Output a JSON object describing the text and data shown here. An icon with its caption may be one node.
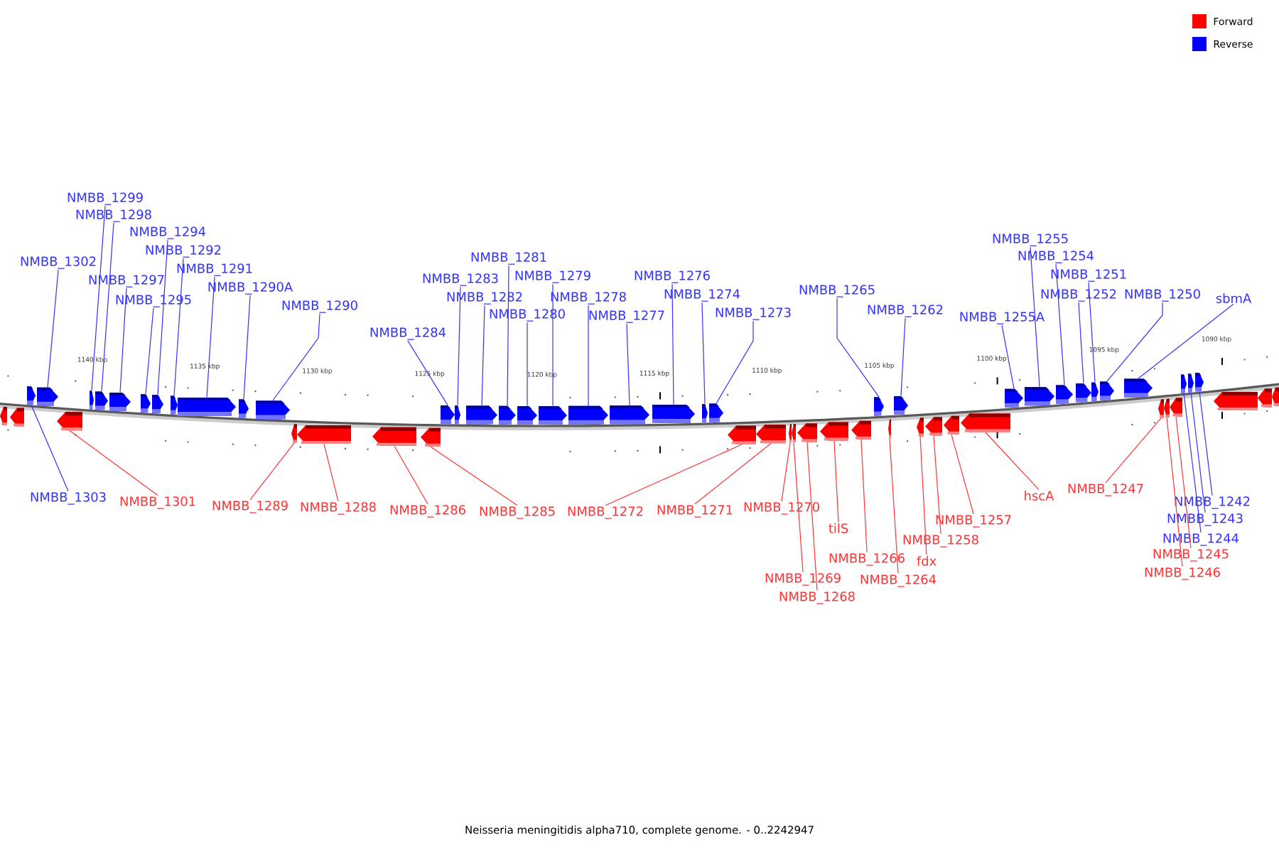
{
  "diagram": {
    "caption": "Neisseria meningitidis alpha710, complete genome. - 0..2242947",
    "nodes": [
      {
        "text": [
          "NMBB_1302"
        ]
      },
      {
        "text": [
          "NMBB_1299"
        ]
      },
      {
        "text": [
          "NMBB_1298"
        ]
      },
      {
        "text": [
          "NMBB_1297"
        ]
      },
      {
        "text": [
          "NMBB_1294"
        ]
      },
      {
        "text": [
          "NMBB_1295"
        ]
      },
      {
        "text": [
          "NMBB_1292"
        ]
      },
      {
        "text": [
          "NMBB_1291"
        ]
      },
      {
        "text": [
          "NMBB_1290A"
        ]
      },
      {
        "text": [
          "NMBB_1290"
        ]
      },
      {
        "text": [
          "NMBB_1284"
        ]
      },
      {
        "text": [
          "NMBB_1283"
        ]
      },
      {
        "text": [
          "NMBB_1282"
        ]
      },
      {
        "text": [
          "NMBB_1281"
        ]
      },
      {
        "text": [
          "NMBB_1280"
        ]
      },
      {
        "text": [
          "NMBB_1279"
        ]
      },
      {
        "text": [
          "NMBB_1278"
        ]
      },
      {
        "text": [
          "NMBB_1277"
        ]
      },
      {
        "text": [
          "NMBB_1276"
        ]
      },
      {
        "text": [
          "NMBB_1274"
        ]
      },
      {
        "text": [
          "NMBB_1273"
        ]
      },
      {
        "text": [
          "NMBB_1265"
        ]
      },
      {
        "text": [
          "NMBB_1262"
        ]
      },
      {
        "text": [
          "NMBB_1255A"
        ]
      },
      {
        "text": [
          "NMBB_1255"
        ]
      },
      {
        "text": [
          "NMBB_1254"
        ]
      },
      {
        "text": [
          "NMBB_1251"
        ]
      },
      {
        "text": [
          "NMBB_1252"
        ]
      },
      {
        "text": [
          "NMBB_1250"
        ]
      },
      {
        "text": [
          "sbmA"
        ]
      },
      {
        "text": [
          "NMBB_1303"
        ]
      },
      {
        "text": [
          "NMBB_1301"
        ]
      },
      {
        "text": [
          "NMBB_1289"
        ]
      },
      {
        "text": [
          "NMBB_1288"
        ]
      },
      {
        "text": [
          "NMBB_1286"
        ]
      },
      {
        "text": [
          "NMBB_1285"
        ]
      },
      {
        "text": [
          "NMBB_1272"
        ]
      },
      {
        "text": [
          "NMBB_1271"
        ]
      },
      {
        "text": [
          "NMBB_1270"
        ]
      },
      {
        "text": [
          "NMBB_1269"
        ]
      },
      {
        "text": [
          "NMBB_1268"
        ]
      },
      {
        "text": [
          "tilS"
        ]
      },
      {
        "text": [
          "NMBB_1266"
        ]
      },
      {
        "text": [
          "NMBB_1264"
        ]
      },
      {
        "text": [
          "fdx"
        ]
      },
      {
        "text": [
          "NMBB_1258"
        ]
      },
      {
        "text": [
          "NMBB_1257"
        ]
      },
      {
        "text": [
          "hscA"
        ]
      },
      {
        "text": [
          "NMBB_1247"
        ]
      },
      {
        "text": [
          "NMBB_1242"
        ]
      },
      {
        "text": [
          "NMBB_1243"
        ]
      },
      {
        "text": [
          "NMBB_1244"
        ]
      },
      {
        "text": [
          "NMBB_1245"
        ]
      },
      {
        "text": [
          "NMBB_1246"
        ]
      },
      {
        "text": [],
        "shape": "arrow"
      },
      {
        "text": [],
        "shape": "arrow"
      },
      {
        "text": [],
        "shape": "arrow"
      },
      {
        "text": [],
        "shape": "arrow"
      },
      {
        "text": [],
        "shape": "arrow"
      },
      {
        "text": [],
        "shape": "arrow"
      },
      {
        "text": [],
        "shape": "arrow"
      },
      {
        "text": [],
        "shape": "arrow"
      },
      {
        "text": [],
        "shape": "arrow"
      },
      {
        "text": [],
        "shape": "arrow"
      },
      {
        "text": [],
        "shape": "arrow"
      },
      {
        "text": [],
        "shape": "arrow"
      },
      {
        "text": [],
        "shape": "arrow"
      },
      {
        "text": [],
        "shape": "arrow"
      },
      {
        "text": [],
        "shape": "arrow"
      },
      {
        "text": [],
        "shape": "arrow"
      },
      {
        "text": [],
        "shape": "arrow"
      },
      {
        "text": [],
        "shape": "arrow"
      },
      {
        "text": [],
        "shape": "arrow"
      },
      {
        "text": [],
        "shape": "arrow"
      },
      {
        "text": [],
        "shape": "arrow"
      },
      {
        "text": [],
        "shape": "arrow"
      },
      {
        "text": [],
        "shape": "arrow"
      },
      {
        "text": [],
        "shape": "arrow"
      },
      {
        "text": [],
        "shape": "arrow"
      },
      {
        "text": [],
        "shape": "arrow"
      },
      {
        "text": [],
        "shape": "arrow"
      },
      {
        "text": [],
        "shape": "arrow"
      },
      {
        "text": [],
        "shape": "arrow"
      },
      {
        "text": [],
        "shape": "arrow"
      },
      {
        "text": [],
        "shape": "arrow"
      },
      {
        "text": [],
        "shape": "arrow"
      },
      {
        "text": [],
        "shape": "arrow"
      },
      {
        "text": [],
        "shape": "arrow"
      },
      {
        "text": [],
        "shape": "arrow"
      },
      {
        "text": [],
        "shape": "arrow"
      },
      {
        "text": [],
        "shape": "arrow"
      },
      {
        "text": [],
        "shape": "arrow"
      },
      {
        "text": [],
        "shape": "arrow"
      },
      {
        "text": [],
        "shape": "arrow"
      },
      {
        "text": [],
        "shape": "arrow"
      },
      {
        "text": [],
        "shape": "arrow"
      },
      {
        "text": [],
        "shape": "arrow"
      },
      {
        "text": [],
        "shape": "arrow"
      },
      {
        "text": [],
        "shape": "arrow"
      },
      {
        "text": [],
        "shape": "arrow"
      },
      {
        "text": [],
        "shape": "arrow"
      },
      {
        "text": [],
        "shape": "arrow"
      },
      {
        "text": [],
        "shape": "arrow"
      },
      {
        "text": [],
        "shape": "arrow"
      },
      {
        "text": [],
        "shape": "arrow"
      },
      {
        "text": [],
        "shape": "arrow"
      },
      {
        "text": [],
        "shape": "arrow"
      },
      {
        "text": [],
        "shape": "arrow"
      },
      {
        "text": [],
        "shape": "arrow"
      },
      {
        "text": [],
        "shape": "arrow"
      },
      {
        "text": [],
        "shape": "arrow"
      },
      {
        "text": [],
        "shape": "arrow"
      },
      {
        "text": [],
        "shape": "arrow"
      }
    ],
    "edges": [
      {
        "from": 0,
        "to": 55,
        "arrow": "none"
      },
      {
        "from": 1,
        "to": 56,
        "arrow": "none"
      },
      {
        "from": 2,
        "to": 57,
        "arrow": "none"
      },
      {
        "from": 3,
        "to": 58,
        "arrow": "none"
      },
      {
        "from": 4,
        "to": 60,
        "arrow": "none"
      },
      {
        "from": 5,
        "to": 59,
        "arrow": "none"
      },
      {
        "from": 6,
        "to": 61,
        "arrow": "none"
      },
      {
        "from": 7,
        "to": 62,
        "arrow": "none"
      },
      {
        "from": 8,
        "to": 63,
        "arrow": "none"
      },
      {
        "from": 9,
        "to": 64,
        "arrow": "none"
      },
      {
        "from": 10,
        "to": 65,
        "arrow": "none"
      },
      {
        "from": 11,
        "to": 66,
        "arrow": "none"
      },
      {
        "from": 12,
        "to": 67,
        "arrow": "none"
      },
      {
        "from": 13,
        "to": 68,
        "arrow": "none"
      },
      {
        "from": 14,
        "to": 69,
        "arrow": "none"
      },
      {
        "from": 15,
        "to": 70,
        "arrow": "none"
      },
      {
        "from": 16,
        "to": 71,
        "arrow": "none"
      },
      {
        "from": 17,
        "to": 72,
        "arrow": "none"
      },
      {
        "from": 18,
        "to": 73,
        "arrow": "none"
      },
      {
        "from": 19,
        "to": 74,
        "arrow": "none"
      },
      {
        "from": 20,
        "to": 75,
        "arrow": "none"
      },
      {
        "from": 21,
        "to": 76,
        "arrow": "none"
      },
      {
        "from": 22,
        "to": 77,
        "arrow": "none"
      },
      {
        "from": 23,
        "to": 78,
        "arrow": "none"
      },
      {
        "from": 24,
        "to": 79,
        "arrow": "none"
      },
      {
        "from": 25,
        "to": 80,
        "arrow": "none"
      },
      {
        "from": 26,
        "to": 82,
        "arrow": "none"
      },
      {
        "from": 27,
        "to": 81,
        "arrow": "none"
      },
      {
        "from": 28,
        "to": 83,
        "arrow": "none"
      },
      {
        "from": 29,
        "to": 84,
        "arrow": "none"
      },
      {
        "from": 30,
        "to": 54,
        "arrow": "none"
      },
      {
        "from": 31,
        "to": 90,
        "arrow": "none",
        "color": "#ff3333"
      },
      {
        "from": 32,
        "to": 91,
        "arrow": "none",
        "color": "#ff3333"
      },
      {
        "from": 33,
        "to": 92,
        "arrow": "none",
        "color": "#ff3333"
      },
      {
        "from": 34,
        "to": 93,
        "arrow": "none",
        "color": "#ff3333"
      },
      {
        "from": 35,
        "to": 94,
        "arrow": "none",
        "color": "#ff3333"
      },
      {
        "from": 36,
        "to": 95,
        "arrow": "none",
        "color": "#ff3333"
      },
      {
        "from": 37,
        "to": 96,
        "arrow": "none",
        "color": "#ff3333"
      },
      {
        "from": 38,
        "to": 97,
        "arrow": "none",
        "color": "#ff3333"
      },
      {
        "from": 39,
        "to": 98,
        "arrow": "none",
        "color": "#ff3333"
      },
      {
        "from": 40,
        "to": 99,
        "arrow": "none",
        "color": "#ff3333"
      },
      {
        "from": 41,
        "to": 100,
        "arrow": "none",
        "color": "#ff3333"
      },
      {
        "from": 42,
        "to": 101,
        "arrow": "none",
        "color": "#ff3333"
      },
      {
        "from": 43,
        "to": 102,
        "arrow": "none",
        "color": "#ff3333"
      },
      {
        "from": 44,
        "to": 103,
        "arrow": "none",
        "color": "#ff3333"
      },
      {
        "from": 45,
        "to": 104,
        "arrow": "none",
        "color": "#ff3333"
      },
      {
        "from": 46,
        "to": 105,
        "arrow": "none",
        "color": "#ff3333"
      },
      {
        "from": 47,
        "to": 106,
        "arrow": "none",
        "color": "#ff3333"
      },
      {
        "from": 48,
        "to": 107,
        "arrow": "none",
        "color": "#ff3333"
      },
      {
        "from": 49,
        "to": 87,
        "arrow": "none"
      },
      {
        "from": 50,
        "to": 86,
        "arrow": "none"
      },
      {
        "from": 51,
        "to": 85,
        "arrow": "none"
      },
      {
        "from": 52,
        "to": 109,
        "arrow": "none",
        "color": "#ff3333"
      },
      {
        "from": 53,
        "to": 108,
        "arrow": "none",
        "color": "#ff3333"
      }
    ],
    "labels": [
      "1140 kbp",
      "1135 kbp",
      "1130 kbp",
      "1125 kbp",
      "1120 kbp",
      "1115 kbp",
      "1110 kbp",
      "1105 kbp",
      "1100 kbp",
      "1095 kbp",
      "1090 kbp"
    ],
    "legend": [
      {
        "text": "Forward",
        "color": "#ff0000"
      },
      {
        "text": "Reverse",
        "color": "#0000ff"
      }
    ]
  }
}
